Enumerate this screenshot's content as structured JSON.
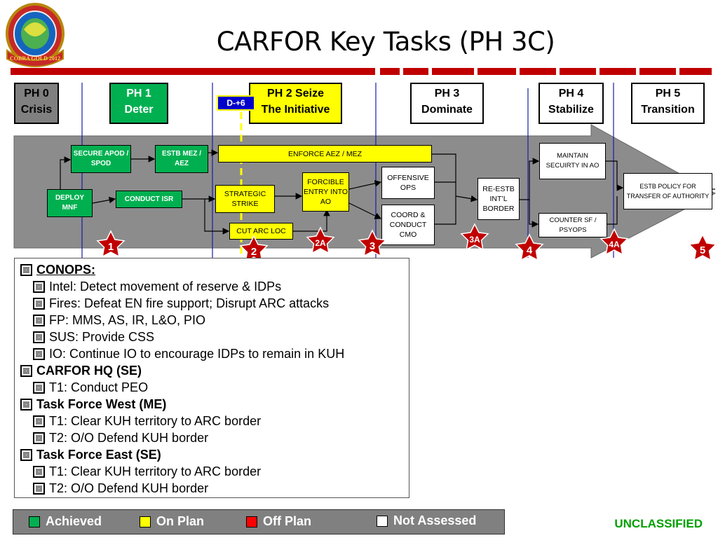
{
  "title": "CARFOR Key Tasks (PH 3C)",
  "logo_text": "COBRA GOLD 2012",
  "phases": [
    {
      "label1": "PH 0",
      "label2": "Crisis"
    },
    {
      "label1": "PH 1",
      "label2": "Deter"
    },
    {
      "label1": "PH 2 Seize",
      "label2": "The Initiative"
    },
    {
      "label1": "PH 3",
      "label2": "Dominate"
    },
    {
      "label1": "PH 4",
      "label2": "Stabilize"
    },
    {
      "label1": "PH 5",
      "label2": "Transition"
    }
  ],
  "d_marker": "D-+6",
  "tasks": {
    "deploy_mnf": "DEPLOY MNF",
    "secure_apod": "SECURE APOD / SPOD",
    "conduct_isr": "CONDUCT ISR",
    "estb_mez": "ESTB MEZ / AEZ",
    "enforce_aez": "ENFORCE AEZ / MEZ",
    "strategic_strike": "STRATEGIC STRIKE",
    "cut_arc_loc": "CUT ARC LOC",
    "forcible_entry": "FORCIBLE ENTRY INTO AO",
    "offensive_ops": "OFFENSIVE OPS",
    "coord_cmo": "COORD & CONDUCT CMO",
    "re_estb": "RE-ESTB INT’L BORDER",
    "maintain_security": "MAINTAIN SECUIRTY IN AO",
    "counter_sf": "COUNTER SF / PSYOPS",
    "estb_policy": "ESTB POLICY FOR TRANSFER OF AUTHORITY"
  },
  "stars": [
    "1",
    "2",
    "2A",
    "3",
    "3A",
    "4",
    "4A",
    "5"
  ],
  "conops": [
    {
      "level": 1,
      "text": "CONOPS:",
      "underline": true
    },
    {
      "level": 2,
      "text": "Intel: Detect movement of reserve & IDPs"
    },
    {
      "level": 2,
      "text": "Fires: Defeat EN fire support; Disrupt ARC attacks"
    },
    {
      "level": 2,
      "text": "FP: MMS, AS, IR, L&O, PIO"
    },
    {
      "level": 2,
      "text": "SUS: Provide CSS"
    },
    {
      "level": 2,
      "text": "IO: Continue IO to encourage IDPs to remain in KUH"
    },
    {
      "level": 1,
      "text": "CARFOR HQ (SE)"
    },
    {
      "level": 2,
      "text": "T1: Conduct PEO"
    },
    {
      "level": 1,
      "text": "Task Force West (ME)"
    },
    {
      "level": 2,
      "text": "T1: Clear KUH territory to ARC border"
    },
    {
      "level": 2,
      "text": "T2: O/O Defend KUH border"
    },
    {
      "level": 1,
      "text": "Task Force East (SE)"
    },
    {
      "level": 2,
      "text": "T1: Clear KUH territory to ARC border"
    },
    {
      "level": 2,
      "text": "T2: O/O Defend KUH border"
    }
  ],
  "legend": {
    "achieved": "Achieved",
    "on_plan": "On Plan",
    "off_plan": "Off Plan",
    "not_assessed": "Not Assessed"
  },
  "classification": "UNCLASSIFIED",
  "colors": {
    "green": "#00b050",
    "yellow": "#ffff00",
    "red": "#c00000",
    "gray": "#808080",
    "blue": "#0000cc"
  }
}
